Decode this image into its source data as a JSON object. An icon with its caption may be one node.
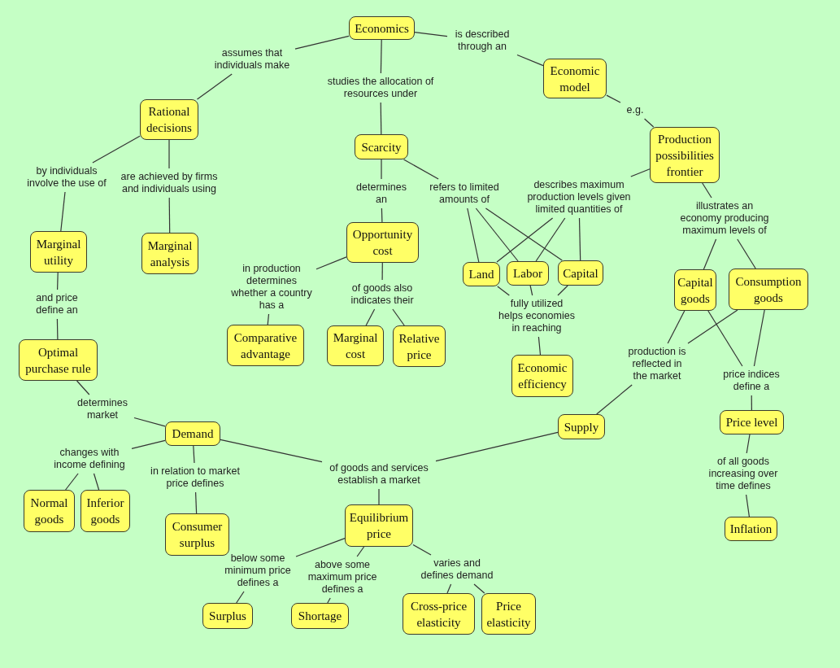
{
  "diagram": {
    "nodes": [
      {
        "text": [
          "Economics"
        ]
      },
      {
        "text": [
          "assumes that individuals make"
        ]
      },
      {
        "text": [
          "is described through an"
        ]
      },
      {
        "text": [
          "studies the allocation of resources under"
        ]
      },
      {
        "text": [
          "Economic model"
        ]
      },
      {
        "text": [
          "Rational decisions"
        ]
      },
      {
        "text": [
          "e.g."
        ]
      },
      {
        "text": [
          "Scarcity"
        ]
      },
      {
        "text": [
          "Production possibilities frontier"
        ]
      },
      {
        "text": [
          "by individuals involve the use of"
        ]
      },
      {
        "text": [
          "are achieved by firms and individuals using"
        ]
      },
      {
        "text": [
          "determines an"
        ]
      },
      {
        "text": [
          "refers to limited amounts of"
        ]
      },
      {
        "text": [
          "describes maximum production levels given limited quantities of"
        ]
      },
      {
        "text": [
          "illustrates an economy producing maximum levels of"
        ]
      },
      {
        "text": [
          "Marginal utility"
        ]
      },
      {
        "text": [
          "Marginal analysis"
        ]
      },
      {
        "text": [
          "Opportunity cost"
        ]
      },
      {
        "text": [
          "Land"
        ]
      },
      {
        "text": [
          "Labor"
        ]
      },
      {
        "text": [
          "Capital"
        ]
      },
      {
        "text": [
          "Capital goods"
        ]
      },
      {
        "text": [
          "Consumption goods"
        ]
      },
      {
        "text": [
          "and price define an"
        ]
      },
      {
        "text": [
          "in production determines whether a country has a"
        ]
      },
      {
        "text": [
          "of goods also indicates their"
        ]
      },
      {
        "text": [
          "fully utilized helps economies in reaching"
        ]
      },
      {
        "text": [
          "Comparative advantage"
        ]
      },
      {
        "text": [
          "Marginal cost"
        ]
      },
      {
        "text": [
          "Relative price"
        ]
      },
      {
        "text": [
          "Optimal purchase rule"
        ]
      },
      {
        "text": [
          "production is reflected in the market"
        ]
      },
      {
        "text": [
          "Economic efficiency"
        ]
      },
      {
        "text": [
          "price indices define a"
        ]
      },
      {
        "text": [
          "determines market"
        ]
      },
      {
        "text": [
          "Supply"
        ]
      },
      {
        "text": [
          "Price level"
        ]
      },
      {
        "text": [
          "Demand"
        ]
      },
      {
        "text": [
          "changes with income defining"
        ]
      },
      {
        "text": [
          "in relation to market price defines"
        ]
      },
      {
        "text": [
          "of goods and services establish a market"
        ]
      },
      {
        "text": [
          "of all goods increasing over time defines"
        ]
      },
      {
        "text": [
          "Normal goods"
        ]
      },
      {
        "text": [
          "Inferior goods"
        ]
      },
      {
        "text": [
          "Consumer surplus"
        ]
      },
      {
        "text": [
          "Equilibrium price"
        ]
      },
      {
        "text": [
          "Inflation"
        ]
      },
      {
        "text": [
          "below some minimum price defines a"
        ]
      },
      {
        "text": [
          "above some maximum price defines a"
        ]
      },
      {
        "text": [
          "varies and defines demand"
        ]
      },
      {
        "text": [
          "Surplus"
        ]
      },
      {
        "text": [
          "Shortage"
        ]
      },
      {
        "text": [
          "Cross-price elasticity"
        ]
      },
      {
        "text": [
          "Price elasticity"
        ]
      }
    ],
    "edges": [
      {
        "from": 0,
        "to": 1,
        "arrow": "none"
      },
      {
        "from": 1,
        "to": 5,
        "arrow": "none"
      },
      {
        "from": 0,
        "to": 3,
        "arrow": "none"
      },
      {
        "from": 3,
        "to": 7,
        "arrow": "none"
      },
      {
        "from": 0,
        "to": 2,
        "arrow": "none"
      },
      {
        "from": 2,
        "to": 4,
        "arrow": "none"
      },
      {
        "from": 4,
        "to": 6,
        "arrow": "none"
      },
      {
        "from": 6,
        "to": 8,
        "arrow": "none"
      },
      {
        "from": 5,
        "to": 9,
        "arrow": "none"
      },
      {
        "from": 9,
        "to": 15,
        "arrow": "none"
      },
      {
        "from": 5,
        "to": 10,
        "arrow": "none"
      },
      {
        "from": 10,
        "to": 16,
        "arrow": "none"
      },
      {
        "from": 7,
        "to": 11,
        "arrow": "none"
      },
      {
        "from": 11,
        "to": 17,
        "arrow": "none"
      },
      {
        "from": 7,
        "to": 12,
        "arrow": "none"
      },
      {
        "from": 12,
        "to": 18,
        "arrow": "none"
      },
      {
        "from": 12,
        "to": 19,
        "arrow": "none"
      },
      {
        "from": 12,
        "to": 20,
        "arrow": "none"
      },
      {
        "from": 8,
        "to": 13,
        "arrow": "none"
      },
      {
        "from": 13,
        "to": 18,
        "arrow": "none"
      },
      {
        "from": 13,
        "to": 19,
        "arrow": "none"
      },
      {
        "from": 13,
        "to": 20,
        "arrow": "none"
      },
      {
        "from": 8,
        "to": 14,
        "arrow": "none"
      },
      {
        "from": 14,
        "to": 21,
        "arrow": "none"
      },
      {
        "from": 14,
        "to": 22,
        "arrow": "none"
      },
      {
        "from": 15,
        "to": 23,
        "arrow": "none"
      },
      {
        "from": 23,
        "to": 30,
        "arrow": "none"
      },
      {
        "from": 17,
        "to": 24,
        "arrow": "none"
      },
      {
        "from": 24,
        "to": 27,
        "arrow": "none"
      },
      {
        "from": 17,
        "to": 25,
        "arrow": "none"
      },
      {
        "from": 25,
        "to": 28,
        "arrow": "none"
      },
      {
        "from": 25,
        "to": 29,
        "arrow": "none"
      },
      {
        "from": 18,
        "to": 26,
        "arrow": "none"
      },
      {
        "from": 19,
        "to": 26,
        "arrow": "none"
      },
      {
        "from": 20,
        "to": 26,
        "arrow": "none"
      },
      {
        "from": 26,
        "to": 32,
        "arrow": "none"
      },
      {
        "from": 21,
        "to": 31,
        "arrow": "none"
      },
      {
        "from": 22,
        "to": 31,
        "arrow": "none"
      },
      {
        "from": 31,
        "to": 35,
        "arrow": "none"
      },
      {
        "from": 21,
        "to": 33,
        "arrow": "none"
      },
      {
        "from": 22,
        "to": 33,
        "arrow": "none"
      },
      {
        "from": 33,
        "to": 36,
        "arrow": "none"
      },
      {
        "from": 30,
        "to": 34,
        "arrow": "none"
      },
      {
        "from": 34,
        "to": 37,
        "arrow": "none"
      },
      {
        "from": 37,
        "to": 38,
        "arrow": "none"
      },
      {
        "from": 38,
        "to": 42,
        "arrow": "none"
      },
      {
        "from": 38,
        "to": 43,
        "arrow": "none"
      },
      {
        "from": 37,
        "to": 39,
        "arrow": "none"
      },
      {
        "from": 39,
        "to": 44,
        "arrow": "none"
      },
      {
        "from": 37,
        "to": 40,
        "arrow": "none"
      },
      {
        "from": 35,
        "to": 40,
        "arrow": "none"
      },
      {
        "from": 40,
        "to": 45,
        "arrow": "none"
      },
      {
        "from": 36,
        "to": 41,
        "arrow": "none"
      },
      {
        "from": 41,
        "to": 46,
        "arrow": "none"
      },
      {
        "from": 45,
        "to": 47,
        "arrow": "none"
      },
      {
        "from": 47,
        "to": 50,
        "arrow": "none"
      },
      {
        "from": 45,
        "to": 48,
        "arrow": "none"
      },
      {
        "from": 48,
        "to": 51,
        "arrow": "none"
      },
      {
        "from": 45,
        "to": 49,
        "arrow": "none"
      },
      {
        "from": 49,
        "to": 52,
        "arrow": "none"
      },
      {
        "from": 49,
        "to": 53,
        "arrow": "none"
      }
    ]
  }
}
